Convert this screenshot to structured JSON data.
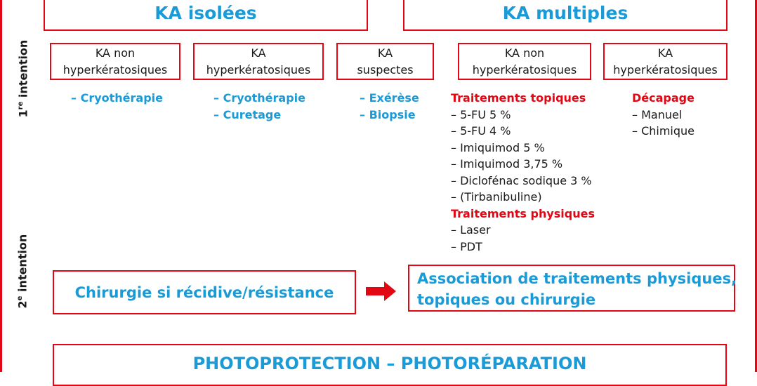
{
  "header": {
    "ka_isolees": "KA isolées",
    "ka_multiples": "KA multiples"
  },
  "side_labels": {
    "first": {
      "num": "1",
      "sup": "re",
      "word": " intention"
    },
    "second": {
      "num": "2",
      "sup": "e",
      "word": " intention"
    }
  },
  "categories": [
    {
      "line1": "KA non",
      "line2": "hyperkératosiques"
    },
    {
      "line1": "KA",
      "line2": "hyperkératosiques"
    },
    {
      "line1": "KA",
      "line2": "suspectes"
    },
    {
      "line1": "KA non",
      "line2": "hyperkératosiques"
    },
    {
      "line1": "KA",
      "line2": "hyperkératosiques"
    }
  ],
  "treatments": {
    "col1": [
      "– Cryothérapie"
    ],
    "col2": [
      "– Cryothérapie",
      "– Curetage"
    ],
    "col3": [
      "– Exérèse",
      "– Biopsie"
    ],
    "col4_topiques_title": "Traitements topiques",
    "col4_topiques": [
      "– 5-FU 5 %",
      "– 5-FU 4 %",
      "– Imiquimod 5 %",
      "– Imiquimod 3,75 %",
      "– Diclofénac sodique 3 %",
      "– (Tirbanibuline)"
    ],
    "col4_physiques_title": "Traitements physiques",
    "col4_physiques": [
      "– Laser",
      "– PDT"
    ],
    "col5_title": "Décapage",
    "col5": [
      "– Manuel",
      "– Chimique"
    ]
  },
  "second_line": {
    "left": "Chirurgie si récidive/résistance",
    "right_line1": "Association de traitements physiques,",
    "right_line2": "topiques ou chirurgie"
  },
  "bottom": {
    "text": "PHOTOPROTECTION – PHOTORÉPARATION"
  },
  "colors": {
    "accent_red": "#e30613",
    "accent_blue": "#1a9bd7",
    "text": "#1a1a1a"
  }
}
